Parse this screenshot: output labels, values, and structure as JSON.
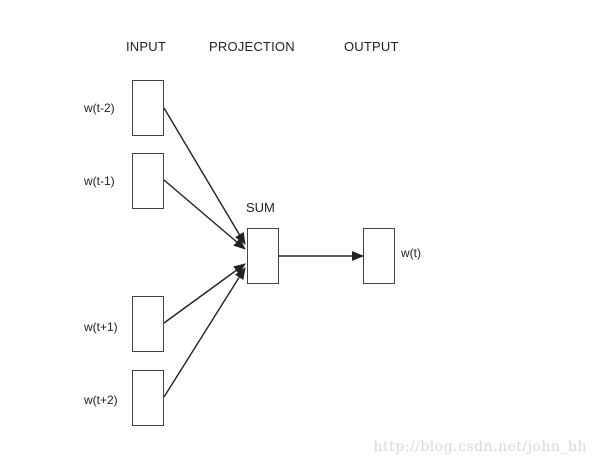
{
  "headers": {
    "input": "INPUT",
    "projection": "PROJECTION",
    "output": "OUTPUT"
  },
  "inputs": [
    {
      "label": "w(t-2)"
    },
    {
      "label": "w(t-1)"
    },
    {
      "label": "w(t+1)"
    },
    {
      "label": "w(t+2)"
    }
  ],
  "projection": {
    "label": "SUM"
  },
  "output": {
    "label": "w(t)"
  },
  "watermark": "http://blog.csdn.net/john_bh",
  "colors": {
    "stroke": "#222222",
    "box_border": "#444444",
    "watermark": "#d8d8d8"
  }
}
